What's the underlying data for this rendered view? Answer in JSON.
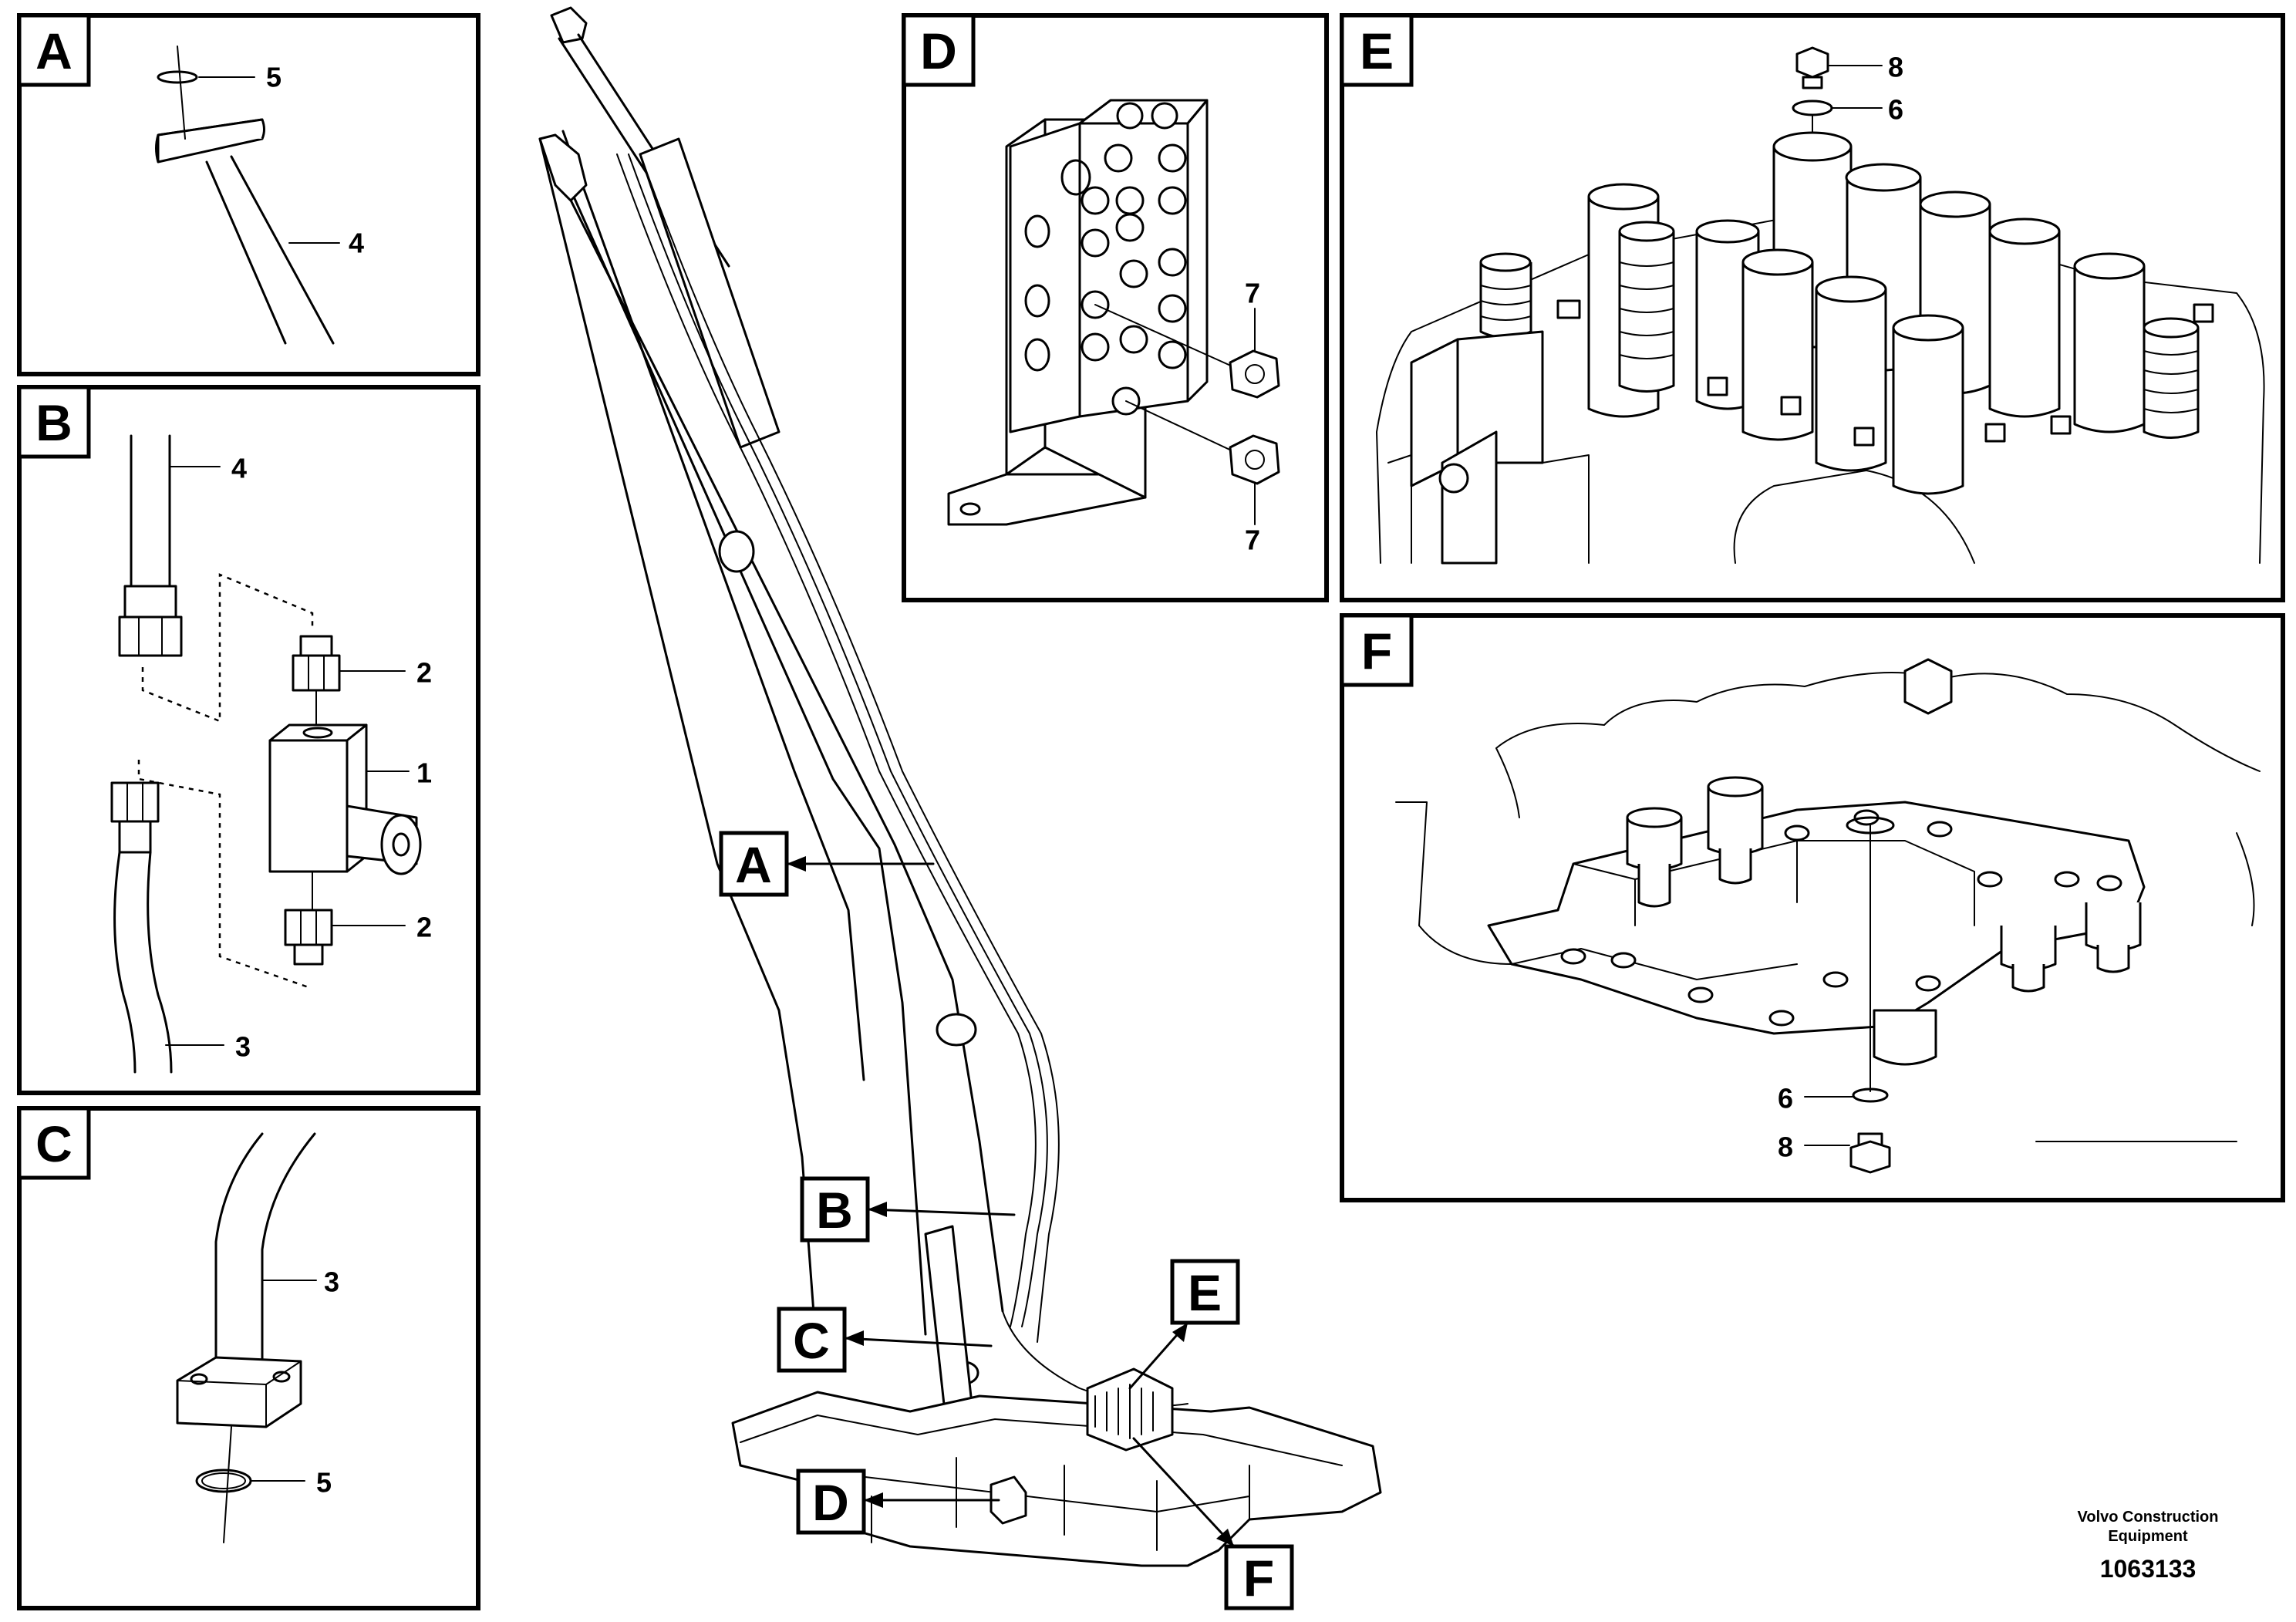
{
  "panels": {
    "a": {
      "tag": "A",
      "callouts": [
        "5",
        "4"
      ]
    },
    "b": {
      "tag": "B",
      "callouts": [
        "4",
        "2",
        "1",
        "2",
        "3"
      ]
    },
    "c": {
      "tag": "C",
      "callouts": [
        "3",
        "5"
      ]
    },
    "d": {
      "tag": "D",
      "callouts": [
        "7",
        "7"
      ]
    },
    "e": {
      "tag": "E",
      "callouts": [
        "8",
        "6"
      ]
    },
    "f": {
      "tag": "F",
      "callouts": [
        "6",
        "8"
      ]
    }
  },
  "main_view": {
    "tags": [
      "A",
      "B",
      "C",
      "D",
      "E",
      "F"
    ]
  },
  "footer": {
    "company_line_1": "Volvo Construction",
    "company_line_2": "Equipment",
    "document_number": "1063133"
  },
  "colors": {
    "line": "#000000",
    "background": "#ffffff"
  }
}
